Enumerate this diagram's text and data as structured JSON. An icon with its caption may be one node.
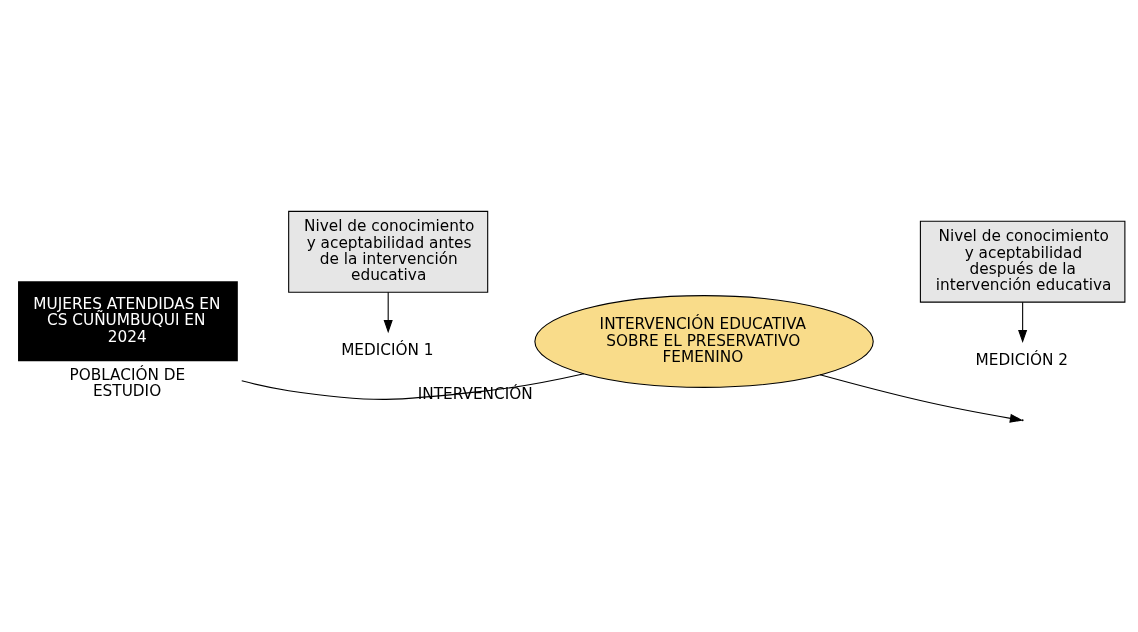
{
  "diagram": {
    "nodes": [
      {
        "text": [
          "Nivel de conocimiento y aceptabilidad antes de la intervención educativa"
        ]
      },
      {
        "text": [
          "Nivel de conocimiento y aceptabilidad después de la intervención educativa"
        ]
      },
      {
        "text": [
          "MUJERES ATENDIDAS EN CS CUÑUMBUQUI EN 2024"
        ],
        "beside": [
          "POBLACIÓN DE ESTUDIO"
        ]
      },
      {
        "text": [
          "INTERVENCIÓN EDUCATIVA SOBRE EL PRESERVATIVO FEMENINO"
        ],
        "beside": [
          "INTERVENCIÓN"
        ]
      },
      {
        "text": [
          "MEDICIÓN 1"
        ]
      },
      {
        "text": [
          "MEDICIÓN 2"
        ]
      }
    ],
    "edges": [
      {
        "from": 2,
        "to": 3,
        "arrow": "none"
      },
      {
        "from": 3,
        "to": null,
        "arrow": "to"
      },
      {
        "from": 0,
        "to": 4,
        "arrow": "to"
      },
      {
        "from": 1,
        "to": 5,
        "arrow": "to"
      }
    ]
  }
}
